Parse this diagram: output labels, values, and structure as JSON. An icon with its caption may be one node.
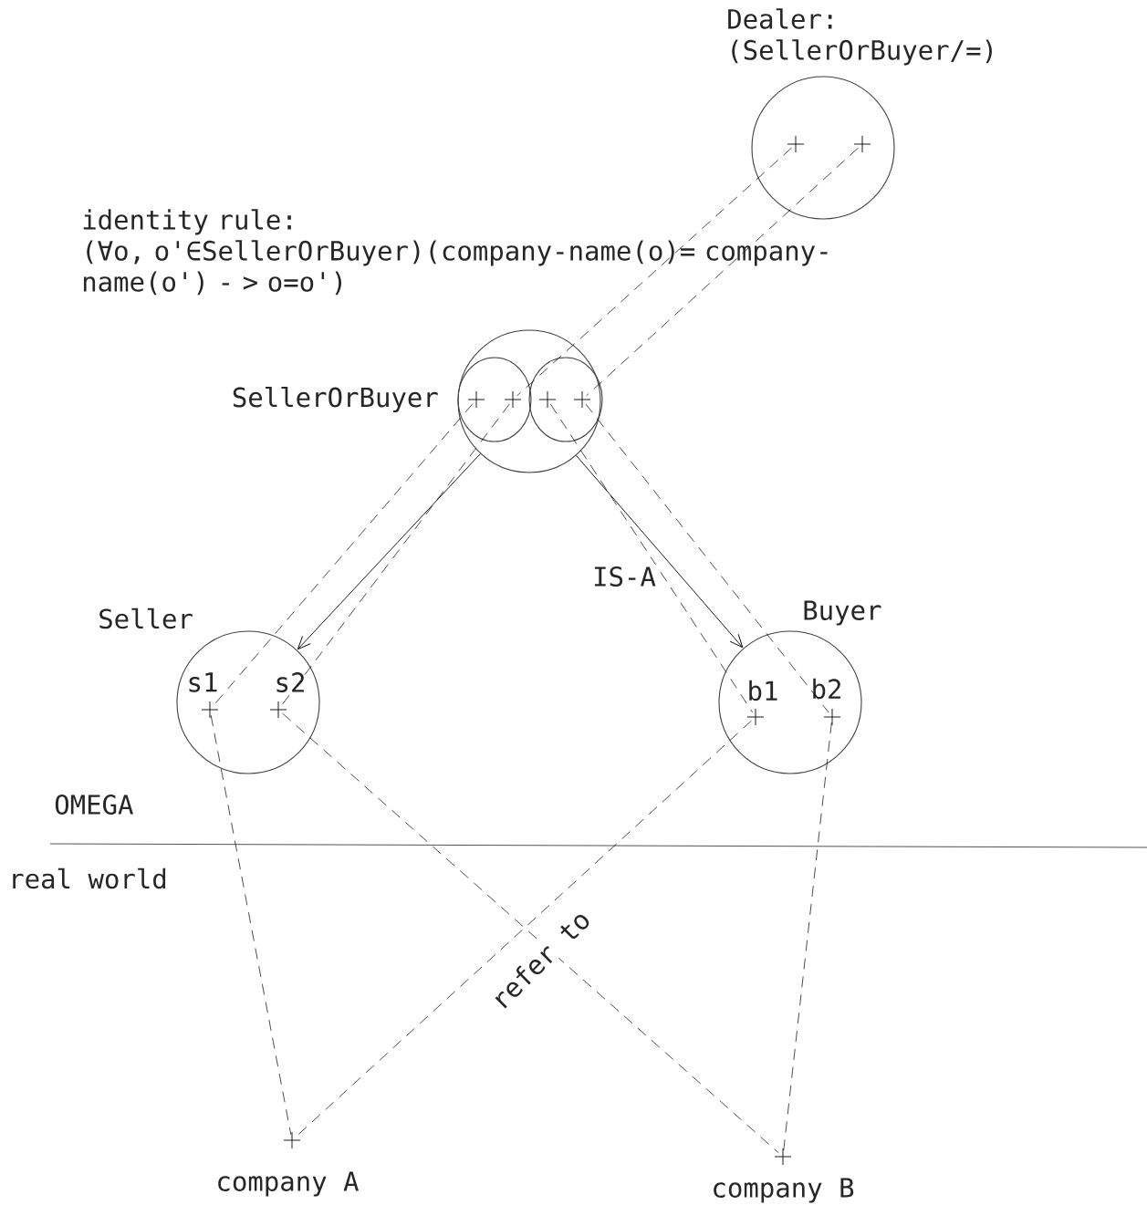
{
  "diagram": {
    "nodes": [
      {
        "text": [
          "Dealer: (SellerOrBuyer/=)"
        ]
      },
      {
        "text": [
          "SellerOrBuyer"
        ]
      },
      {
        "text": [],
        "shape": "circle",
        "in": 1
      },
      {
        "text": [],
        "shape": "circle",
        "in": 1
      },
      {
        "text": [],
        "shape": "cross",
        "in": 0
      },
      {
        "text": [],
        "shape": "cross",
        "in": 0
      },
      {
        "text": [],
        "shape": "cross",
        "in": 2
      },
      {
        "text": [],
        "shape": "cross",
        "in": 2
      },
      {
        "text": [],
        "shape": "cross",
        "in": 3
      },
      {
        "text": [],
        "shape": "cross",
        "in": 3
      },
      {
        "text": [
          "Seller"
        ]
      },
      {
        "text": [
          "s1"
        ],
        "in": 10
      },
      {
        "text": [
          "s2"
        ],
        "in": 10
      },
      {
        "text": [
          "Buyer"
        ]
      },
      {
        "text": [
          "b1"
        ],
        "in": 13
      },
      {
        "text": [
          "b2"
        ],
        "in": 13
      },
      {
        "text": [
          "company A"
        ]
      },
      {
        "text": [
          "company B"
        ]
      }
    ],
    "edges": [
      {
        "from": 4,
        "to": 7,
        "arrow": "none",
        "style": "dashed"
      },
      {
        "from": 5,
        "to": 9,
        "arrow": "none",
        "style": "dashed"
      },
      {
        "from": 1,
        "to": 10,
        "arrow": "to"
      },
      {
        "from": 1,
        "to": 13,
        "arrow": "to",
        "label": "IS-A"
      },
      {
        "from": 6,
        "to": 11,
        "arrow": "none",
        "style": "dashed"
      },
      {
        "from": 7,
        "to": 12,
        "arrow": "none",
        "style": "dashed"
      },
      {
        "from": 8,
        "to": 14,
        "arrow": "none",
        "style": "dashed"
      },
      {
        "from": 9,
        "to": 15,
        "arrow": "none",
        "style": "dashed"
      },
      {
        "from": 11,
        "to": 16,
        "arrow": "none",
        "style": "dashed"
      },
      {
        "from": 12,
        "to": 17,
        "arrow": "none",
        "style": "dashed"
      },
      {
        "from": 14,
        "to": 16,
        "arrow": "none",
        "style": "dashed",
        "label": "refer to"
      },
      {
        "from": 15,
        "to": 17,
        "arrow": "none",
        "style": "dashed"
      }
    ],
    "labels": [
      "identity rule:",
      "(∀o, o'∈SellerOrBuyer)(company-name(o)= company-name(o') - > o=o')",
      "OMEGA",
      "real world"
    ]
  }
}
